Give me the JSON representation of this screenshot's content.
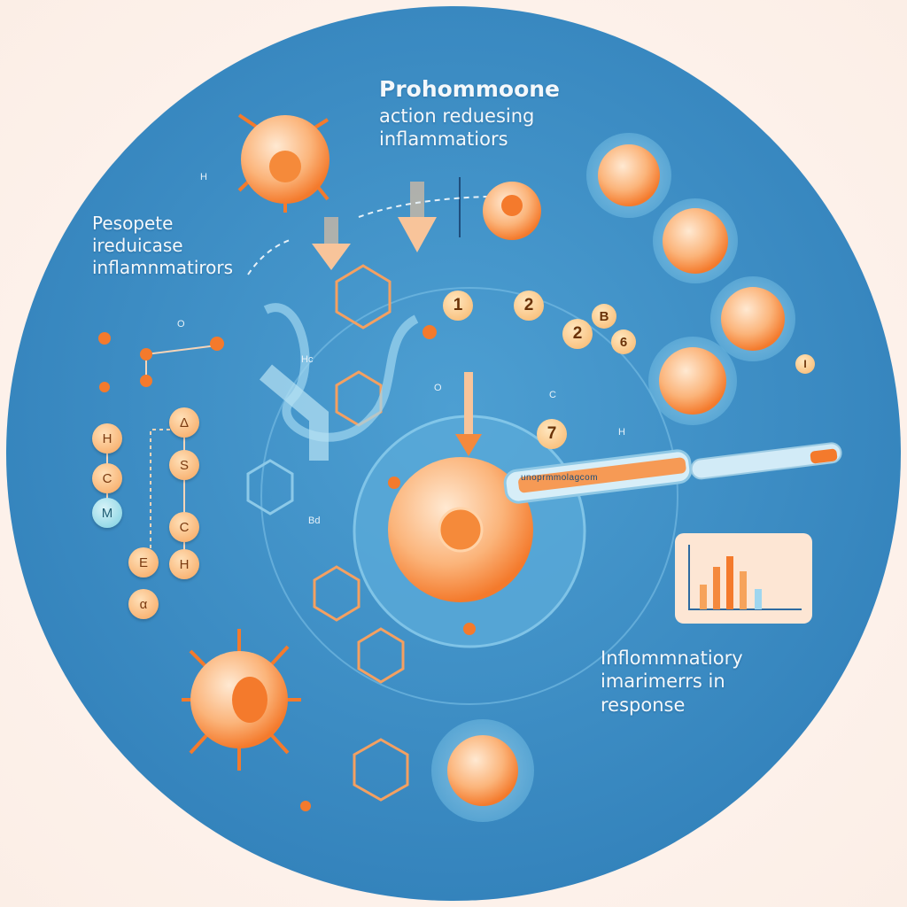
{
  "title": "Prohommoone",
  "subtitle": [
    "action reduesing",
    "inflammatiors"
  ],
  "left_label": [
    "Pesopete",
    "ireduicase",
    "inflamnmatirors"
  ],
  "right_label": [
    "Inflommnatiory",
    "imarimerrs in",
    "response"
  ],
  "numbered_markers": [
    "1",
    "2",
    "2",
    "B",
    "6",
    "7",
    "I"
  ],
  "molecule_nodes_left": [
    "H",
    "C",
    "M"
  ],
  "molecule_nodes_mid": [
    "Δ",
    "S",
    "C",
    "H",
    "E",
    "α"
  ],
  "small_labels": [
    "H",
    "O",
    "O",
    "C",
    "H",
    "Bd",
    "Hc"
  ],
  "syringe_label": "unoprmmolagcom",
  "colors": {
    "background_circle": "#3f8fc4",
    "accent_orange": "#f47a2c",
    "cell": "#f9b37a",
    "light_blue": "#a9dcf0"
  }
}
